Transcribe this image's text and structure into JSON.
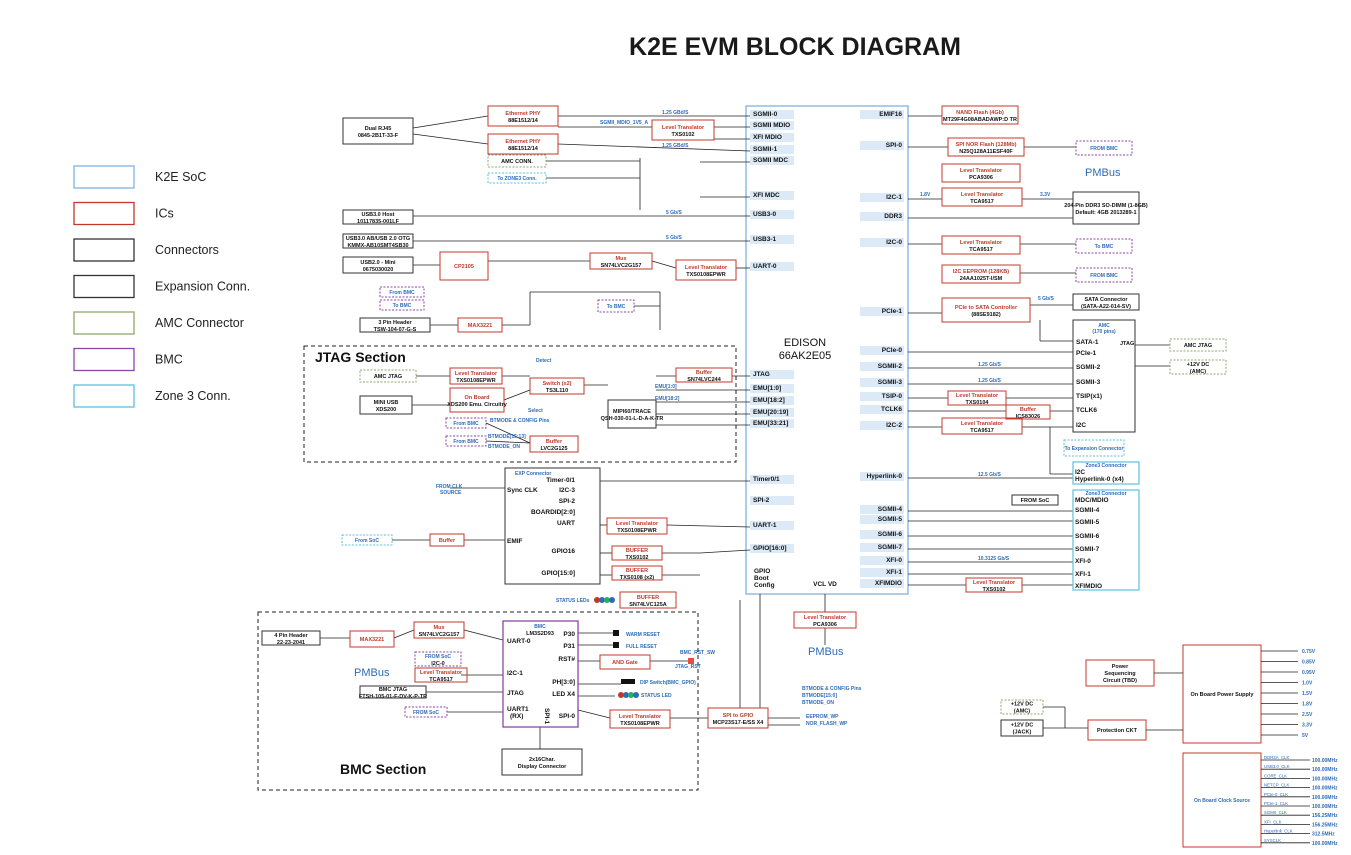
{
  "title": "K2E EVM BLOCK DIAGRAM",
  "legend": [
    {
      "label": "K2E SoC",
      "color": "#7fb2e0"
    },
    {
      "label": "ICs",
      "color": "#c0392b"
    },
    {
      "label": "Connectors",
      "color": "#333333"
    },
    {
      "label": "Expansion Conn.",
      "color": "#333333"
    },
    {
      "label": "AMC Connector",
      "color": "#8fa86b"
    },
    {
      "label": "BMC",
      "color": "#8e44ad"
    },
    {
      "label": "Zone 3 Conn.",
      "color": "#5bc0de"
    }
  ],
  "soc": {
    "name": "EDISON",
    "part": "66AK2E05"
  },
  "soc_left_ports": [
    "SGMII-0",
    "SGMII MDIO",
    "XFI MDIO",
    "SGMII-1",
    "SGMII MDC",
    "XFI MDC",
    "USB3-0",
    "USB3-1",
    "UART-0",
    "JTAG",
    "EMU[1:0]",
    "EMU[18:2]",
    "EMU[20:19]",
    "EMU[33:21]",
    "Timer0/1",
    "SPI-2",
    "UART-1",
    "GPIO[16:0]",
    "GPIO Boot Config"
  ],
  "soc_right_ports": [
    "EMIF16",
    "SPI-0",
    "I2C-1",
    "DDR3",
    "I2C-0",
    "PCIe-1",
    "PCIe-0",
    "SGMII-2",
    "SGMII-3",
    "TSIP-0",
    "TCLK6",
    "I2C-2",
    "Hyperlink-0",
    "SGMII-4",
    "SGMII-5",
    "SGMII-6",
    "SGMII-7",
    "XFI-0",
    "XFI-1",
    "XFIMDIO"
  ],
  "soc_bottom": "VCL VD",
  "sections": {
    "jtag": "JTAG Section",
    "bmc": "BMC Section"
  },
  "left_blocks": [
    {
      "title": "Dual RJ45",
      "sub": "0845-2B1T-33-F",
      "kind": "conn"
    },
    {
      "title": "Ethernet PHY",
      "sub": "88E1512/14",
      "kind": "ic"
    },
    {
      "title": "Ethernet PHY",
      "sub": "88E1512/14",
      "kind": "ic"
    },
    {
      "title": "Level Translator",
      "sub": "TXS0102",
      "kind": "ic"
    },
    {
      "title": "AMC CONN.",
      "sub": "",
      "kind": "amc"
    },
    {
      "title": "To ZONE3 Conn.",
      "sub": "",
      "kind": "zone"
    },
    {
      "title": "USB3.0 Host",
      "sub": "10117835-001LF",
      "kind": "conn"
    },
    {
      "title": "USB3.0 AB/USB 2.0 OTG",
      "sub": "KMMX-AB10SMT4SB30",
      "kind": "conn"
    },
    {
      "title": "USB2.0 - Mini",
      "sub": "0675030020",
      "kind": "conn"
    },
    {
      "title": "CP2105",
      "sub": "",
      "kind": "ic"
    },
    {
      "title": "Mux",
      "sub": "SN74LVC2G157",
      "kind": "ic"
    },
    {
      "title": "Level Translator",
      "sub": "TXS0108EPWR",
      "kind": "ic"
    },
    {
      "title": "From BMC",
      "sub": "",
      "kind": "bmc"
    },
    {
      "title": "To BMC",
      "sub": "",
      "kind": "bmc"
    },
    {
      "title": "3 Pin Header",
      "sub": "TSW-104-07-G-S",
      "kind": "conn"
    },
    {
      "title": "MAX3221",
      "sub": "",
      "kind": "ic"
    },
    {
      "title": "To BMC",
      "sub": "",
      "kind": "bmc"
    }
  ],
  "jtag_blocks": [
    {
      "title": "AMC JTAG",
      "sub": ""
    },
    {
      "title": "Level Translator",
      "sub": "TXS0108EPWR"
    },
    {
      "title": "MINI USB",
      "sub": "XDS200"
    },
    {
      "title": "On Board",
      "sub": "XDS200 Emu. Circuitry"
    },
    {
      "title": "Switch (x2)",
      "sub": "TS3L110"
    },
    {
      "title": "Buffer",
      "sub": "SN74LVC244"
    },
    {
      "title": "MIPI60/TRACE",
      "sub": "QSH-030-01-L-D-A-K-TR"
    },
    {
      "title": "From BMC",
      "sub": ""
    },
    {
      "title": "From BMC",
      "sub": ""
    },
    {
      "title": "Buffer",
      "sub": "LVC2G125"
    }
  ],
  "jtag_labels": [
    "Detect",
    "Select",
    "EMU[1:0]",
    "EMU[18:2]",
    "BTMODE & CONFIG Pins",
    "BTMODE[15:13]",
    "BTMODE_ON"
  ],
  "exp": {
    "title": "EXP Connector",
    "ports": [
      "Timer-0/1",
      "I2C-3",
      "SPI-2",
      "BOARDID[2:0]",
      "UART",
      "GPIO16",
      "GPIO[15:0]",
      "Sync CLK",
      "EMIF"
    ]
  },
  "exp_blocks": [
    {
      "title": "Level Translator",
      "sub": "TXS0108EPWR"
    },
    {
      "title": "BUFFER",
      "sub": "TXS0102"
    },
    {
      "title": "BUFFER",
      "sub": "TXS0108 (x2)"
    },
    {
      "title": "BUFFER",
      "sub": "SN74LVC125A"
    },
    {
      "title": "From SoC",
      "sub": ""
    },
    {
      "title": "Buffer",
      "sub": ""
    }
  ],
  "exp_labels": [
    "FROM CLK SOURCE",
    "STATUS LEDs"
  ],
  "bmc": {
    "title": "BMC",
    "part": "LM3S2D93",
    "ports": [
      "UART-0",
      "I2C-1",
      "JTAG",
      "UART1 (RX)",
      "SPI-1",
      "P30",
      "P31",
      "RST#",
      "PH[3:0]",
      "LED X4",
      "SPI-0"
    ]
  },
  "bmc_blocks": [
    {
      "title": "Mux",
      "sub": "SN74LVC2G157"
    },
    {
      "title": "4 Pin Header",
      "sub": "22-23-2041"
    },
    {
      "title": "MAX3221",
      "sub": ""
    },
    {
      "title": "FROM SoC",
      "sub": "I2C-0"
    },
    {
      "title": "Level Translator",
      "sub": "TCA9517"
    },
    {
      "title": "BMC JTAG",
      "sub": "FTSH-105-01-F-DV-K-P-TR"
    },
    {
      "title": "FROM SoC",
      "sub": ""
    },
    {
      "title": "AND Gate",
      "sub": ""
    },
    {
      "title": "Level Translator",
      "sub": "TXS0108EPWR"
    },
    {
      "title": "SPI to GPIO",
      "sub": "MCP23S17-E/SS X4"
    },
    {
      "title": "2x16Char.",
      "sub": "Display Connector"
    }
  ],
  "bmc_labels": [
    "WARM RESET",
    "FULL RESET",
    "BMC_RST_SW",
    "JTAG_RST",
    "DIP Switch(BMC_GPIO)",
    "STATUS LED",
    "BTMODE & CONFIG Pins",
    "BTMODE[15:0]",
    "BTMODE_ON",
    "EEPROM_WP",
    "NOR_FLASH_WP"
  ],
  "pmbus": "PMBus",
  "right_blocks": [
    {
      "title": "NAND Flash (4Gb)",
      "sub": "MT29F4G08ABADAWP:D TR"
    },
    {
      "title": "SPI NOR Flash (128Mb)",
      "sub": "N25Q128A11ESF40F"
    },
    {
      "title": "FROM BMC",
      "sub": ""
    },
    {
      "title": "Level Translator",
      "sub": "PCA9306"
    },
    {
      "title": "Level Translator",
      "sub": "TCA9517"
    },
    {
      "title": "204-Pin DDR3 SO-DIMM (1-8GB)",
      "sub": "Default: 4GB 2013289-1"
    },
    {
      "title": "Level Translator",
      "sub": "TCA9517"
    },
    {
      "title": "To BMC",
      "sub": ""
    },
    {
      "title": "I2C EEPROM (128KB)",
      "sub": "24AA1025T-I/SM"
    },
    {
      "title": "FROM BMC",
      "sub": ""
    },
    {
      "title": "PCIe to SATA Controller",
      "sub": "(88SE9182)"
    },
    {
      "title": "SATA Connector",
      "sub": "(SATA-A22-014-SV)"
    },
    {
      "title": "AMC",
      "sub": "(170 pins)"
    },
    {
      "title": "AMC JTAG",
      "sub": ""
    },
    {
      "title": "+12V DC",
      "sub": "(AMC)"
    },
    {
      "title": "Level Translator",
      "sub": "TXS0104"
    },
    {
      "title": "Buffer",
      "sub": "ICS83026"
    },
    {
      "title": "Level Translator",
      "sub": "TCA9517"
    },
    {
      "title": "To Expansion Connector",
      "sub": ""
    },
    {
      "title": "FROM SoC",
      "sub": ""
    },
    {
      "title": "Level Translator",
      "sub": "TXS0102"
    },
    {
      "title": "Level Translator",
      "sub": "PCA9306"
    }
  ],
  "amc_ports": [
    "SATA-1",
    "PCIe-1",
    "SGMII-2",
    "SGMII-3",
    "TSIP(x1)",
    "TCLK6",
    "I2C"
  ],
  "zone3a": {
    "title": "Zone3 Connector",
    "ports": [
      "I2C",
      "Hyperlink-0 (x4)"
    ]
  },
  "zone3b": {
    "title": "Zone3 Connector",
    "ports": [
      "MDC/MDIO",
      "SGMII-4",
      "SGMII-5",
      "SGMII-6",
      "SGMII-7",
      "XFI-0",
      "XFI-1",
      "XFIMDIO"
    ]
  },
  "power": {
    "seq": "Power Sequencing Circuit (TBD)",
    "supply": "On Board Power Supply",
    "rails": [
      "0.75V",
      "0.85V",
      "0.95V",
      "1.0V",
      "1.5V",
      "1.8V",
      "2.5V",
      "3.3V",
      "5V"
    ],
    "amc12": "+12V DC (AMC)",
    "jack12": "+12V DC (JACK)",
    "protect": "Protection CKT"
  },
  "clock": {
    "name": "On Board Clock Source",
    "clocks": [
      "DDR3A_CLK",
      "USB3.0_CLK",
      "CORE_CLK",
      "NETCP_CLK",
      "PCIe-0_CLK",
      "PCIe-1_CLK",
      "SGMII_CLK",
      "XFI_CLK",
      "Hyperlink_CLK",
      "SYSCLK"
    ],
    "freqs": [
      "100.00MHz",
      "100.00MHz",
      "100.00MHz",
      "100.00MHz",
      "100.00MHz",
      "100.00MHz",
      "156.25MHz",
      "156.25MHz",
      "312.5MHz",
      "100.00MHz"
    ]
  },
  "link_labels": [
    "1.25 GBd/S",
    "SGMII_MDIO_1V5_A",
    "1.25 GBd/S",
    "5 Gb/S",
    "5 Gb/S",
    "1.8V",
    "3.3V",
    "5 Gb/S",
    "1.25 Gb/S",
    "1.25 Gb/S",
    "10.3125 Gb/S",
    "12.5 Gb/S"
  ]
}
